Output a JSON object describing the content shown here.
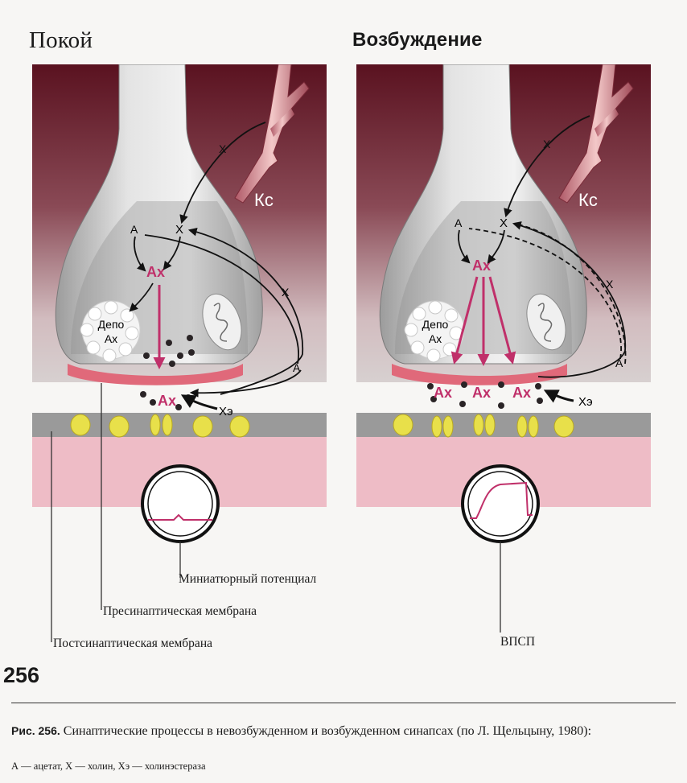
{
  "titles": {
    "rest": "Покой",
    "excitation": "Возбуждение"
  },
  "diagram": {
    "choline": "Х",
    "acetate": "А",
    "acetylcholine": "Ах",
    "cholinesterase": "Хэ",
    "capillary": "Кс",
    "depot_line1": "Депо",
    "depot_line2": "Ах"
  },
  "labels": {
    "miniature_potential": "Миниатюрный потенциал",
    "presynaptic_membrane": "Пресинаптическая мембрана",
    "postsynaptic_membrane": "Постсинаптическая мембрана",
    "epsp": "ВПСП"
  },
  "page_number": "256",
  "caption": {
    "prefix": "Рис. 256.",
    "text": "Синаптические процессы в невозбужденном и возбужденном синапсах (по Л. Щельцыну, 1980):",
    "legend": "А — ацетат, Х — холин, Хэ — холинэстераза"
  },
  "colors": {
    "background_dark": "#5a1220",
    "background_light": "#d7c1c3",
    "terminal": "#c9c9c9",
    "transmitter": "#c0306a",
    "postsynaptic": "#eebcc6",
    "receptor": "#e8e04a"
  }
}
